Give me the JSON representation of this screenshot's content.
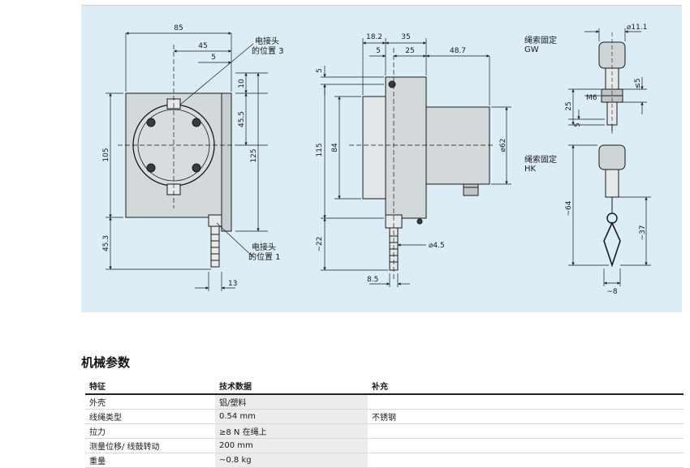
{
  "drawing": {
    "dimensions": {
      "d85": "85",
      "d45": "45",
      "d5a": "5",
      "d10": "10",
      "d45_5": "45.5",
      "d105": "105",
      "d125": "125",
      "d45_3": "45.3",
      "d13": "13",
      "d18_2": "18.2",
      "d35": "35",
      "d5b": "5",
      "d25": "25",
      "d48_7": "48.7",
      "d5c": "5",
      "d115": "115",
      "d84": "84",
      "d62": "⌀62",
      "d22": "~22",
      "d4_5": "⌀4.5",
      "d8_5": "8.5",
      "d11_1": "⌀11.1",
      "d_le5": "≤5",
      "d_m6": "M6",
      "d25b": "25",
      "d5d": "5",
      "d64": "~64",
      "d37": "~37",
      "d8": "~8"
    },
    "notes": {
      "connector3_line1": "电接头",
      "connector3_line2": "的位置 3",
      "connector1_line1": "电接头",
      "connector1_line2": "的位置 1",
      "gw_line1": "绳索固定",
      "gw_line2": "GW",
      "hk_line1": "绳索固定",
      "hk_line2": "HK"
    }
  },
  "section_title": "机械参数",
  "table": {
    "headers": [
      "特征",
      "技术数据",
      "补充"
    ],
    "rows": [
      {
        "feature": "外壳",
        "data": "铝/塑料",
        "note": ""
      },
      {
        "feature": "线绳类型",
        "data": "0.54 mm",
        "note": "不锈钢"
      },
      {
        "feature": "拉力",
        "data": "≥8 N 在绳上",
        "note": ""
      },
      {
        "feature": "测量位移/ 线鼓转动",
        "data": "200 mm",
        "note": ""
      },
      {
        "feature": "重量",
        "data": "~0.8 kg",
        "note": ""
      }
    ]
  }
}
